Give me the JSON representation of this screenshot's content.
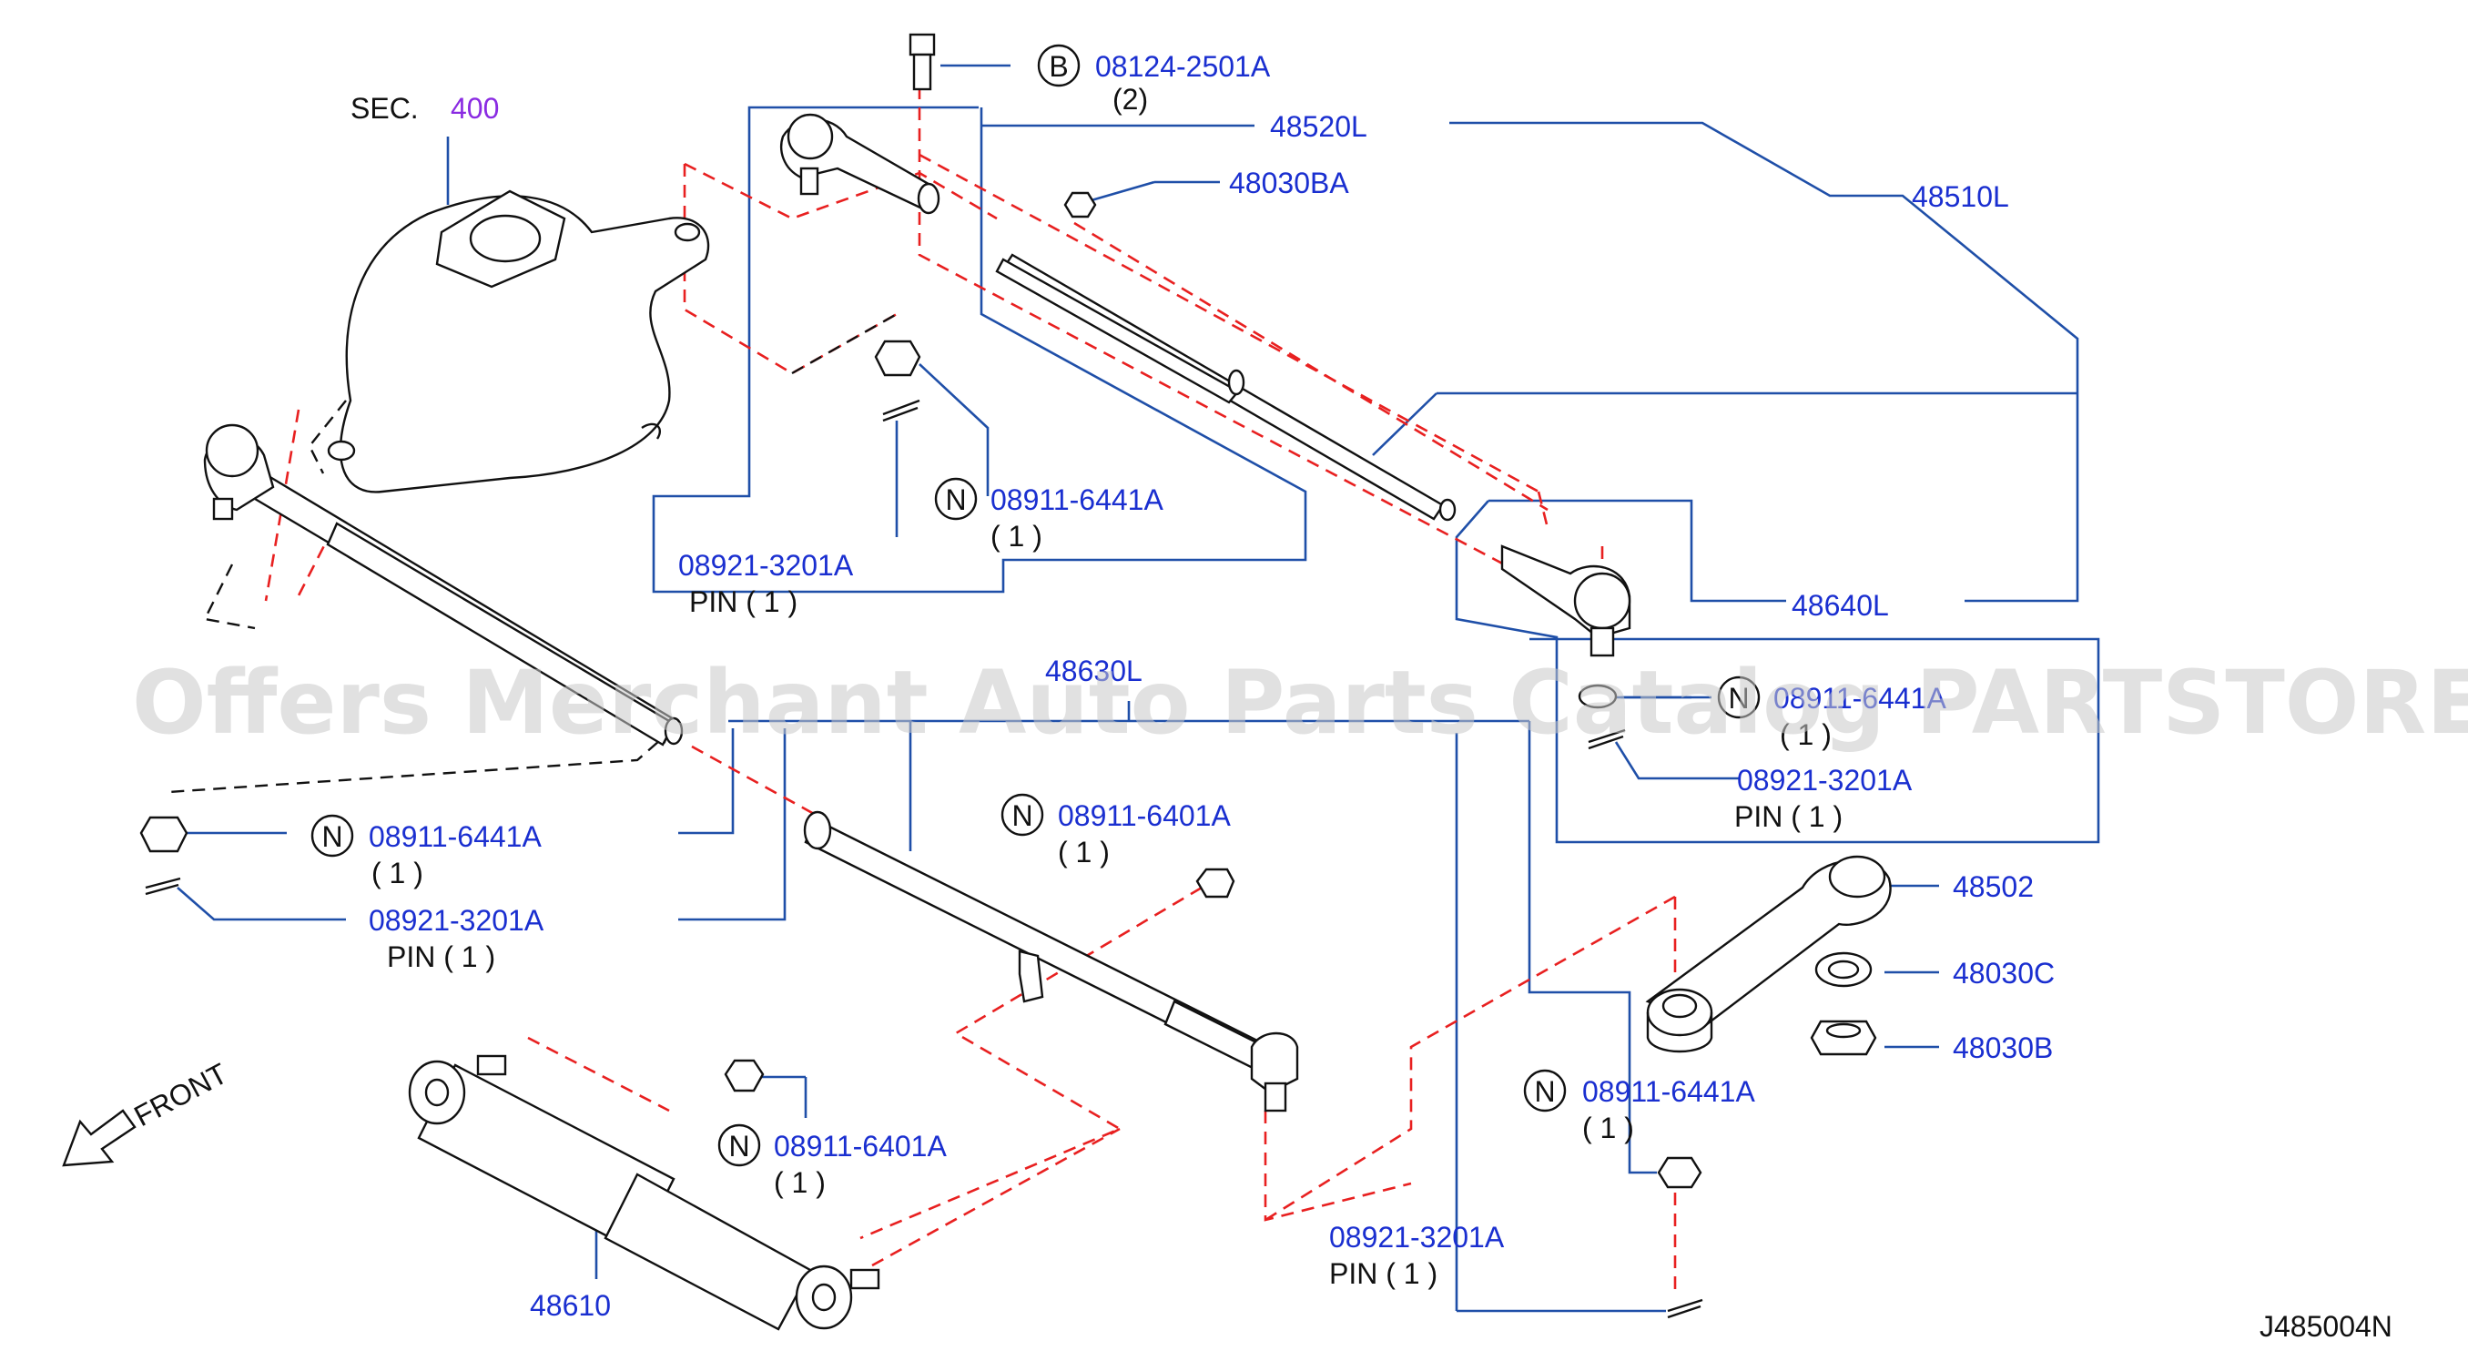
{
  "diagram": {
    "section": {
      "prefix": "SEC.",
      "number": "400"
    },
    "watermark": "Offers Merchant Auto Parts Catalog PARTSTORE.SA",
    "drawing_code": "J485004N",
    "front_label": "FRONT",
    "circle_letters": {
      "b": "B",
      "n": "N"
    },
    "parts": {
      "p08124": "08124-2501A",
      "p08124_qty": "(2)",
      "p48520L": "48520L",
      "p48510L": "48510L",
      "p48030BA": "48030BA",
      "n_top": "08911-6441A",
      "n_top_qty": "( 1 )",
      "pin_top": "08921-3201A",
      "pin_top_sub": "PIN ( 1 )",
      "p48640L": "48640L",
      "p48630L": "48630L",
      "n_right": "08911-6441A",
      "n_right_qty": "( 1 )",
      "pin_right": "08921-3201A",
      "pin_right_sub": "PIN ( 1 )",
      "n_left": "08911-6441A",
      "n_left_qty": "( 1 )",
      "pin_left": "08921-3201A",
      "pin_left_sub": "PIN ( 1 )",
      "n_mid": "08911-6401A",
      "n_mid_qty": "( 1 )",
      "p48502": "48502",
      "p48030C": "48030C",
      "p48030B": "48030B",
      "n_lowright": "08911-6441A",
      "n_lowright_qty": "( 1 )",
      "n_damper": "08911-6401A",
      "n_damper_qty": "( 1 )",
      "pin_bottom": "08921-3201A",
      "pin_bottom_sub": "PIN ( 1 )",
      "p48610": "48610"
    }
  }
}
